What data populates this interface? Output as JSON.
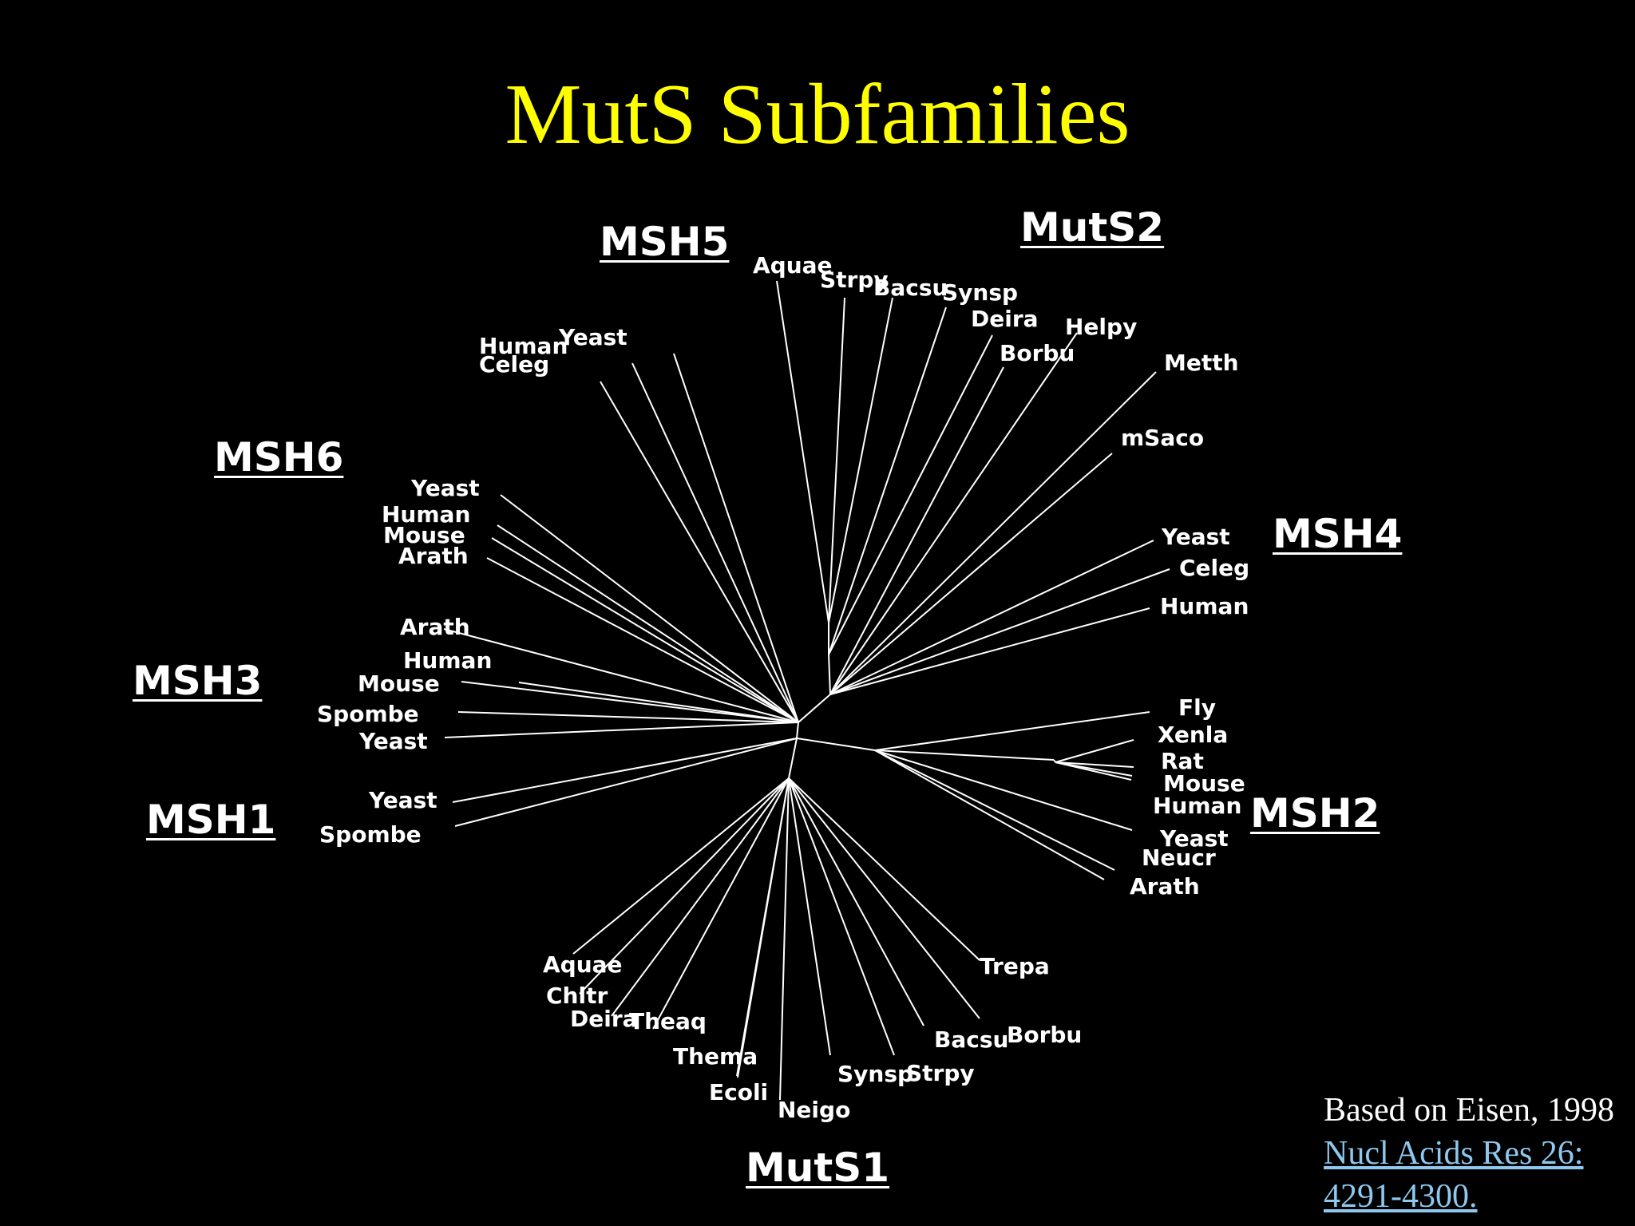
{
  "title": "MutS Subfamilies",
  "colors": {
    "background": "#000000",
    "title": "#ffff00",
    "text": "#ffffff",
    "link": "#8fc8ee"
  },
  "groups": {
    "msh5": "MSH5",
    "muts2": "MutS2",
    "msh6": "MSH6",
    "msh4": "MSH4",
    "msh3": "MSH3",
    "msh1": "MSH1",
    "msh2": "MSH2",
    "muts1": "MutS1"
  },
  "leaves": {
    "msh5": [
      "Yeast",
      "Human",
      "Celeg"
    ],
    "muts2": [
      "Aquae",
      "Strpy",
      "Bacsu",
      "Synsp",
      "Deira",
      "Helpy",
      "Borbu",
      "Metth",
      "mSaco"
    ],
    "msh6": [
      "Yeast",
      "Human",
      "Mouse",
      "Arath"
    ],
    "msh4": [
      "Yeast",
      "Celeg",
      "Human"
    ],
    "msh3": [
      "Arath",
      "Human",
      "Mouse",
      "Spombe",
      "Yeast"
    ],
    "msh1": [
      "Yeast",
      "Spombe"
    ],
    "msh2": [
      "Fly",
      "Xenla",
      "Rat",
      "Mouse",
      "Human",
      "Yeast",
      "Neucr",
      "Arath"
    ],
    "muts1": [
      "Aquae",
      "Chltr",
      "Deira",
      "Theaq",
      "Thema",
      "Ecoli",
      "Neigo",
      "Synsp",
      "Strpy",
      "Bacsu",
      "Borbu",
      "Trepa"
    ]
  },
  "citation": {
    "text": "Based on Eisen, 1998",
    "link": " Nucl Acids Res 26: 4291-4300."
  }
}
